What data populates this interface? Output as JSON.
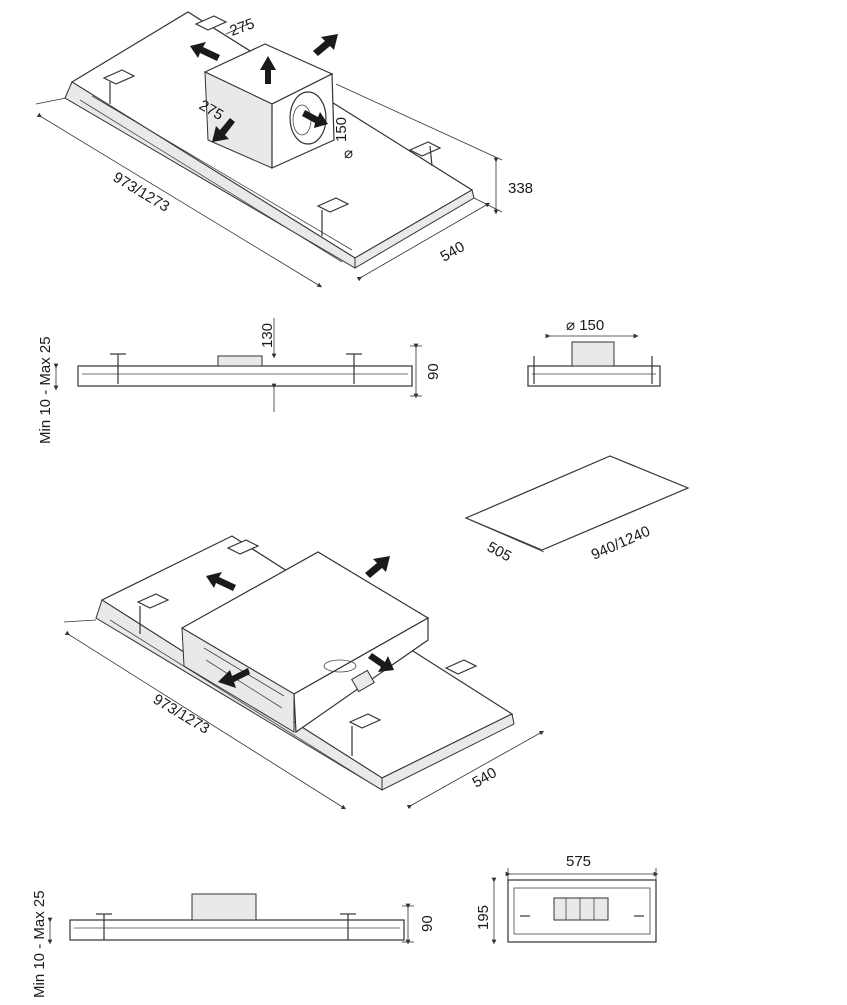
{
  "views": {
    "top_iso": {
      "duct_width_a": "275",
      "duct_width_b": "275",
      "outlet_diameter": "150",
      "diameter_symbol": "⌀",
      "height": "338",
      "length": "973/1273",
      "depth": "540"
    },
    "side_a": {
      "recess": "Min 10 - Max 25",
      "spigot_height": "130",
      "frame_height": "90"
    },
    "front_a": {
      "outlet_diameter": "⌀ 150"
    },
    "cutout": {
      "width": "505",
      "length": "940/1240"
    },
    "bottom_iso": {
      "length": "973/1273",
      "depth": "540"
    },
    "side_b": {
      "recess": "Min 10 - Max 25",
      "frame_height": "90"
    },
    "front_b": {
      "width": "575",
      "height": "195"
    }
  }
}
